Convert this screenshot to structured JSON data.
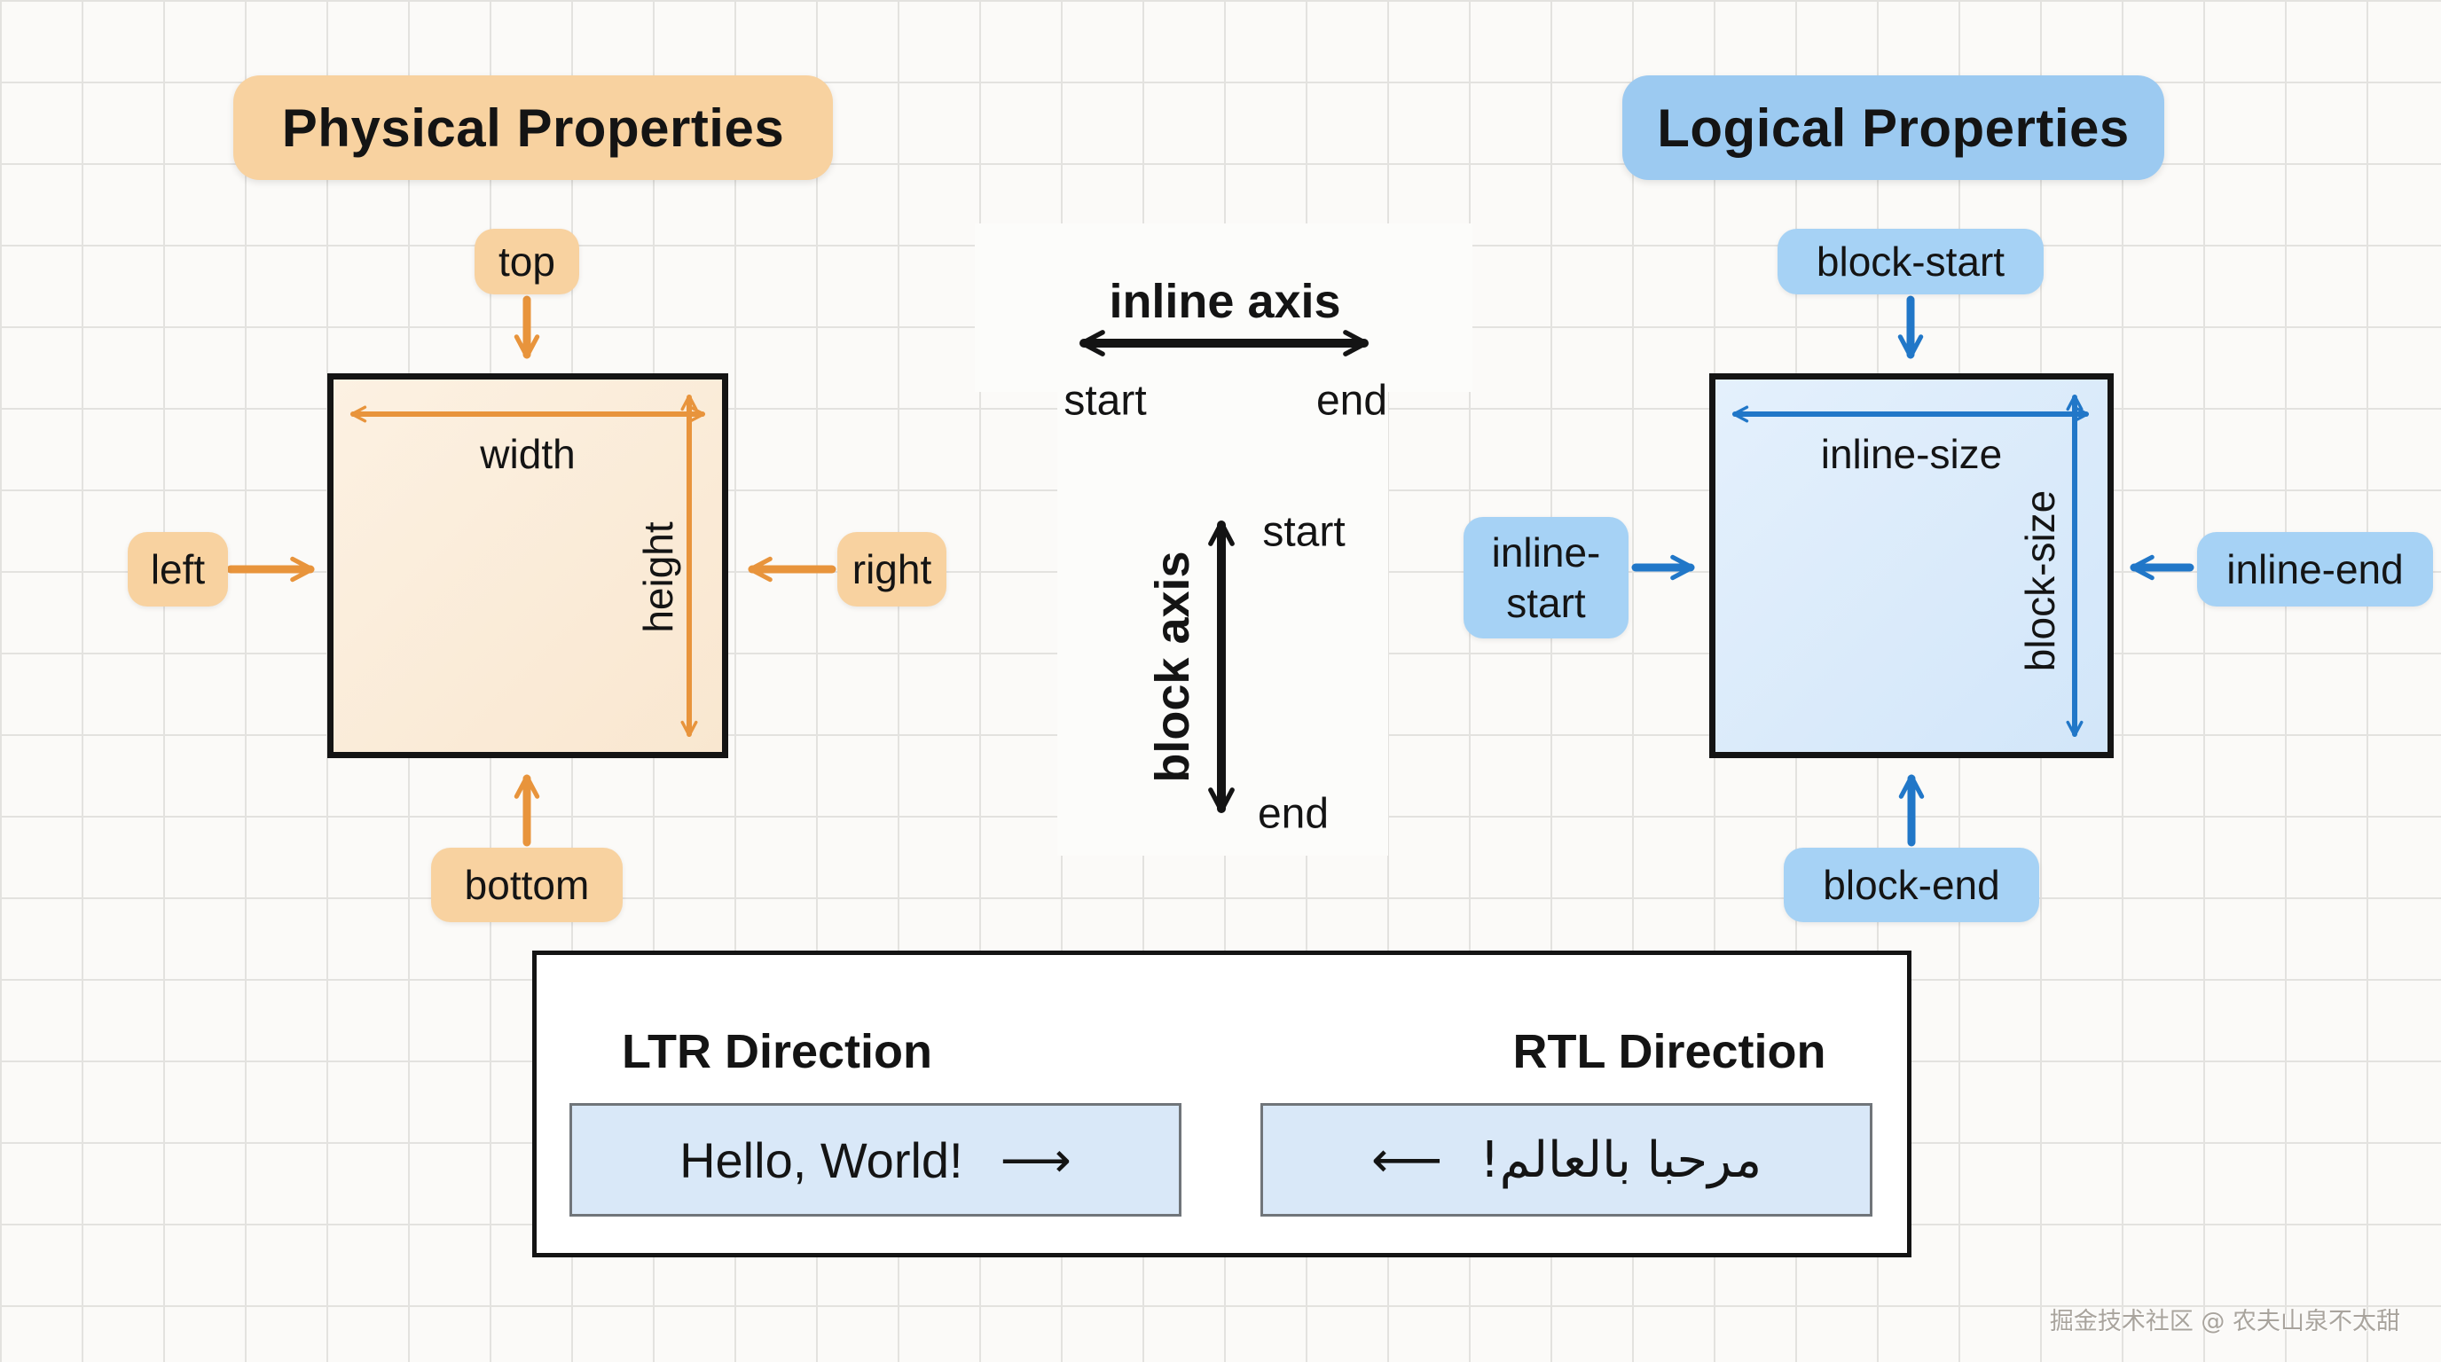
{
  "titles": {
    "physical": "Physical Properties",
    "logical": "Logical Properties"
  },
  "physical": {
    "top": "top",
    "bottom": "bottom",
    "left": "left",
    "right": "right",
    "width": "width",
    "height": "height"
  },
  "logical": {
    "block_start": "block-start",
    "block_end": "block-end",
    "inline_start_line1": "inline-",
    "inline_start_line2": "start",
    "inline_end": "inline-end",
    "inline_size": "inline-size",
    "block_size": "block-size"
  },
  "axes": {
    "inline": {
      "title": "inline axis",
      "start": "start",
      "end": "end"
    },
    "block": {
      "title": "block axis",
      "start": "start",
      "end": "end"
    }
  },
  "direction_demo": {
    "ltr": {
      "heading": "LTR Direction",
      "text": "Hello, World!",
      "arrow": "⟶"
    },
    "rtl": {
      "heading": "RTL Direction",
      "text": "مرحبا بالعالم!",
      "arrow": "⟵"
    }
  },
  "watermark": "掘金技术社区 @ 农夫山泉不太甜",
  "colors": {
    "bg": "#FBFAF8",
    "panel": "#FCFCFA",
    "grid_line": "#E3E2DF",
    "ink": "#141414",
    "orange_badge": "#F8D2A0",
    "orange_arrow": "#E8943C",
    "blue_badge": "#A6D2F5",
    "blue_badge_strong": "#9CCAF1",
    "blue_arrow": "#2177C8",
    "demo_fill": "#D9E8F8",
    "demo_border": "#70757A",
    "watermark": "#A9A49D"
  }
}
